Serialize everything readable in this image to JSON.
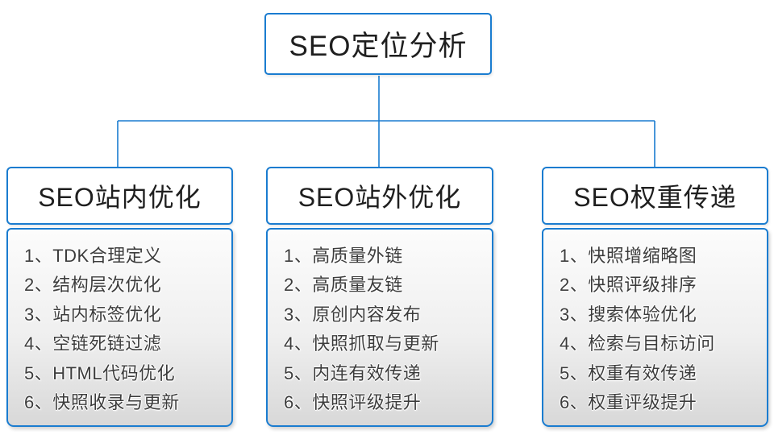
{
  "root": {
    "title": "SEO定位分析"
  },
  "columns": [
    {
      "title": "SEO站内优化",
      "items": [
        "1、TDK合理定义",
        "2、结构层次优化",
        "3、站内标签优化",
        "4、空链死链过滤",
        "5、HTML代码优化",
        "6、快照收录与更新"
      ]
    },
    {
      "title": "SEO站外优化",
      "items": [
        "1、高质量外链",
        "2、高质量友链",
        "3、原创内容发布",
        "4、快照抓取与更新",
        "5、内连有效传递",
        "6、快照评级提升"
      ]
    },
    {
      "title": "SEO权重传递",
      "items": [
        "1、快照增缩略图",
        "2、快照评级排序",
        "3、搜索体验优化",
        "4、检索与目标访问",
        "5、权重有效传递",
        "6、权重评级提升"
      ]
    }
  ],
  "colors": {
    "accent": "#1a7cd0",
    "text": "#1f1f1f",
    "item_text": "#3c3c3c",
    "body_top": "#fcfcfc",
    "body_bottom": "#d8d8d8"
  }
}
